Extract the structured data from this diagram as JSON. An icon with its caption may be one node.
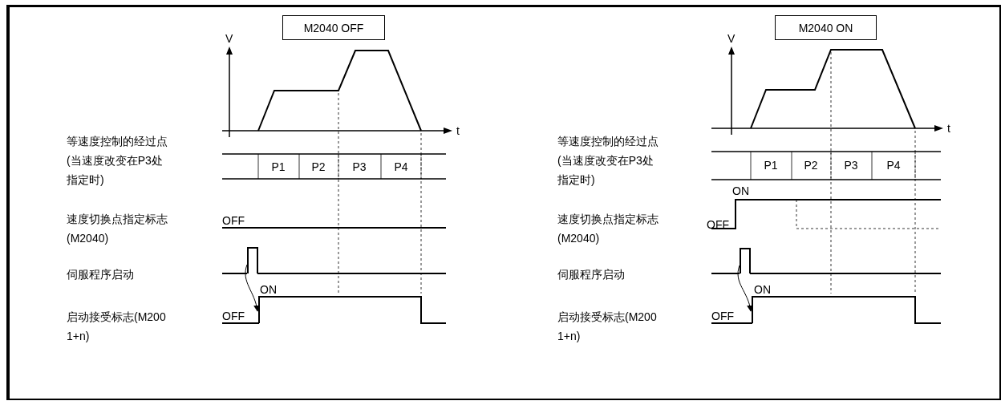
{
  "diagram": {
    "nodes": [
      {
        "text": [
          "M2040 OFF"
        ]
      },
      {
        "text": [],
        "shape": "pulse"
      },
      {
        "text": [],
        "shape": "step"
      },
      {
        "text": [
          "M2040 ON"
        ]
      },
      {
        "text": [],
        "shape": "pulse"
      },
      {
        "text": [],
        "shape": "step"
      }
    ],
    "edges": [
      {
        "from": 1,
        "to": 2,
        "arrow": "to"
      },
      {
        "from": 4,
        "to": 5,
        "arrow": "to"
      }
    ],
    "labels": [
      "V",
      "t",
      "等速度控制的经过点(当速度改变在P3处指定时)",
      "P1",
      "P2",
      "P3",
      "P4",
      "OFF",
      "速度切换点指定标志(M2040)",
      "伺服程序启动",
      "ON",
      "OFF",
      "启动接受标志(M2001+n)",
      "V",
      "t",
      "等速度控制的经过点(当速度改变在P3处指定时)",
      "P1",
      "P2",
      "P3",
      "P4",
      "ON",
      "速度切换点指定标志(M2040)",
      "OFF",
      "伺服程序启动",
      "ON",
      "OFF",
      "启动接受标志(M2001+n)"
    ]
  }
}
